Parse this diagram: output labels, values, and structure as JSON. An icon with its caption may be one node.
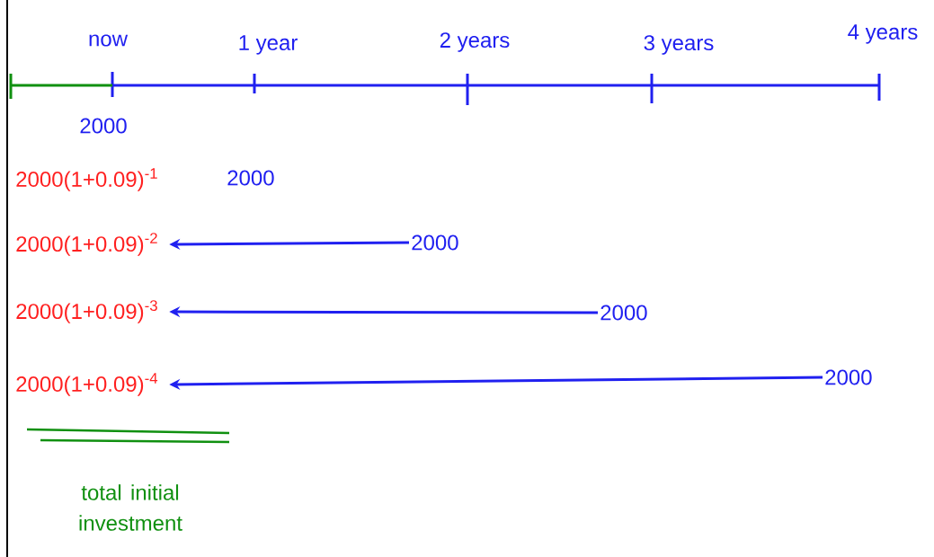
{
  "diagram": {
    "nodes": [
      {
        "text": [
          "2000(1+0.09)$^{-1}$"
        ]
      },
      {
        "text": [
          "2000(1+0.09)$^{-2}$"
        ]
      },
      {
        "text": [
          "2000(1+0.09)$^{-3}$"
        ]
      },
      {
        "text": [
          "2000(1+0.09)$^{-4}$"
        ]
      },
      {
        "text": [
          "2000"
        ]
      },
      {
        "text": [
          "2000"
        ]
      },
      {
        "text": [
          "2000"
        ]
      },
      {
        "text": [
          "2000"
        ]
      }
    ],
    "edges": [
      {
        "from": 5,
        "to": 1,
        "arrow": "to"
      },
      {
        "from": 6,
        "to": 2,
        "arrow": "to"
      },
      {
        "from": 7,
        "to": 3,
        "arrow": "to"
      }
    ],
    "labels": [
      "now",
      "1 year",
      "2 years",
      "3 years",
      "4 years",
      "2000",
      "total initial investment"
    ]
  }
}
